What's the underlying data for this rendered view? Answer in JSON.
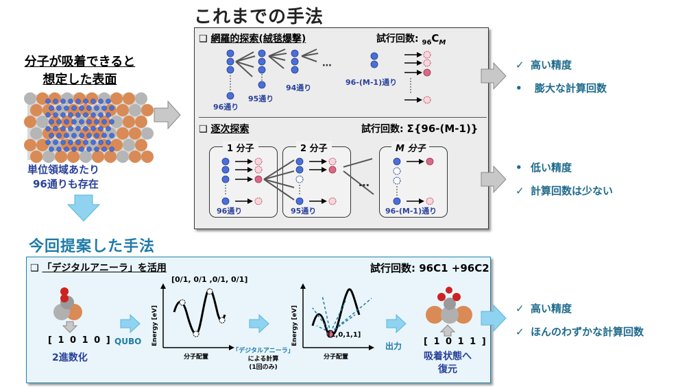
{
  "previous_methods_title": "これまでの手法",
  "surface": {
    "title_line1": "分子が吸着できると",
    "title_line2": "想定した表面",
    "caption_line1": "単位領域あたり",
    "caption_line2": "96通りも存在"
  },
  "exhaustive": {
    "title": "網羅的探索(絨毯爆撃)",
    "trial_label": "試行回数:",
    "trial_value_sub": "96",
    "trial_value_main": "C",
    "trial_value_sub2": "M",
    "labels": [
      "96通り",
      "95通り",
      "94通り",
      "96-(M-1)通り"
    ],
    "results": [
      "高い精度",
      "膨大な計算回数"
    ]
  },
  "sequential": {
    "title": "逐次探索",
    "trial_label": "試行回数:",
    "trial_value": "Σ{96-(M-1)}",
    "groups": [
      "1 分子",
      "2 分子",
      "M 分子"
    ],
    "labels": [
      "96通り",
      "95通り",
      "96-(M-1)通り"
    ],
    "results": [
      "低い精度",
      "計算回数は少ない"
    ]
  },
  "proposed": {
    "title": "今回提案した手法",
    "subtitle": "「デジタルアニーラ」を活用",
    "trial_label": "試行回数:",
    "trial_value": "96C1 +96C2",
    "binary_in": "[ 1 0 1 0 ]",
    "binarize": "2進数化",
    "qubo": "QUBO",
    "top_label": "[0/1, 0/1 ,0/1, 0/1]",
    "energy_axis": "Energy [eV]",
    "x_axis": "分子配置",
    "da_line1": "「デジタルアニーラ」",
    "da_line2": "による計算",
    "da_line3": "(1回のみ)",
    "min_label": "[1,0,1,1]",
    "output": "出力",
    "binary_out": "[ 1 0 1 1 ]",
    "restore_line1": "吸着状態へ",
    "restore_line2": "復元",
    "results": [
      "高い精度",
      "ほんのわずかな計算回数"
    ]
  },
  "colors": {
    "accent_blue": "#1e7aa8",
    "navy_text": "#28409a",
    "molecule_blue": "#4a6fd8",
    "result_pink": "#d86a85",
    "copper": "#d98a55",
    "arrow_gray": "#bfbfbf",
    "arrow_blue": "#8fd3f0"
  }
}
